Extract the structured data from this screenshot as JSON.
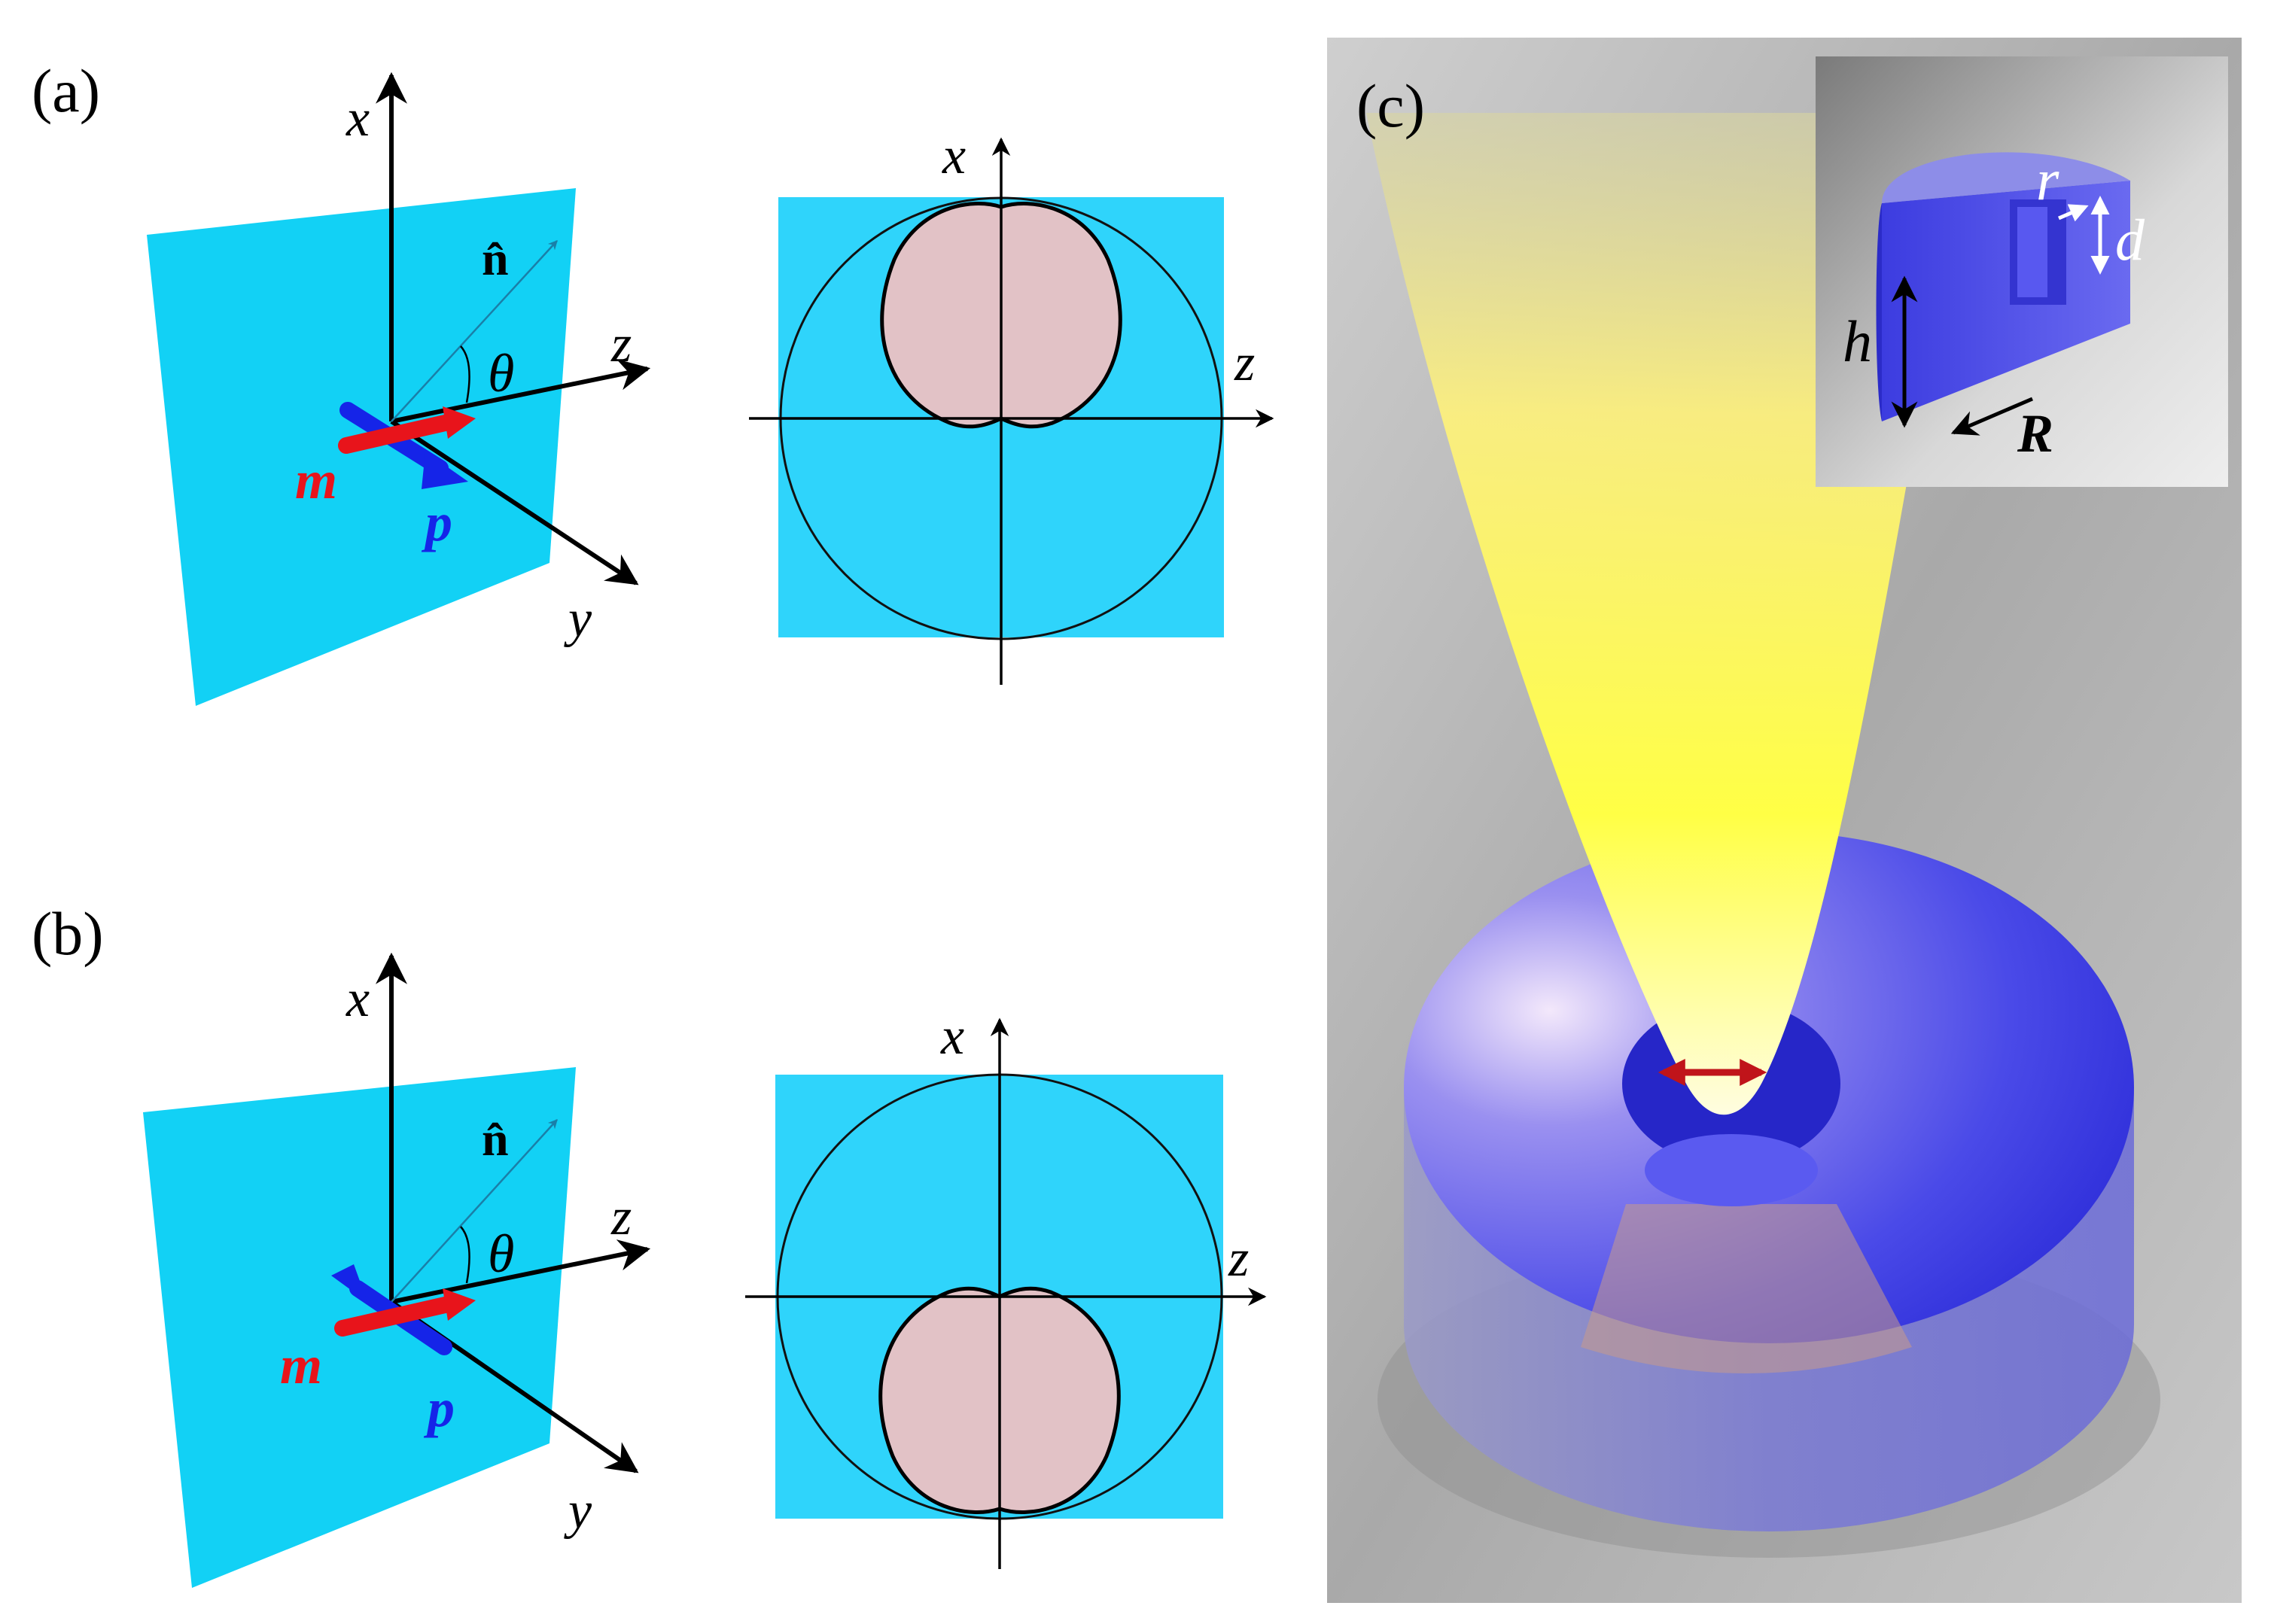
{
  "panels": {
    "a": {
      "label": "(a)",
      "axes_3d": {
        "x": "x",
        "y": "y",
        "z": "z"
      },
      "normal_label": "n̂",
      "angle_label": "θ",
      "magnetic_dipole": "m",
      "electric_dipole": "p",
      "plane_view": {
        "x": "x",
        "z": "z",
        "lobe": "upper"
      }
    },
    "b": {
      "label": "(b)",
      "axes_3d": {
        "x": "x",
        "y": "y",
        "z": "z"
      },
      "normal_label": "n̂",
      "angle_label": "θ",
      "magnetic_dipole": "m",
      "electric_dipole": "p",
      "plane_view": {
        "x": "x",
        "z": "z",
        "lobe": "lower"
      }
    },
    "c": {
      "label": "(c)",
      "inset": {
        "r": "r",
        "d": "d",
        "h": "h",
        "R": "R"
      }
    }
  },
  "colors": {
    "plane": "#12d1f5",
    "square": "#2fd4fb",
    "lobe": "#e2c2c6",
    "magnetic": "#e8141b",
    "electric": "#1524e8",
    "beam": "#fff35a",
    "disk": "#5353f2",
    "background_c": "#b0b0b0",
    "arrow_c": "#c0141a"
  }
}
